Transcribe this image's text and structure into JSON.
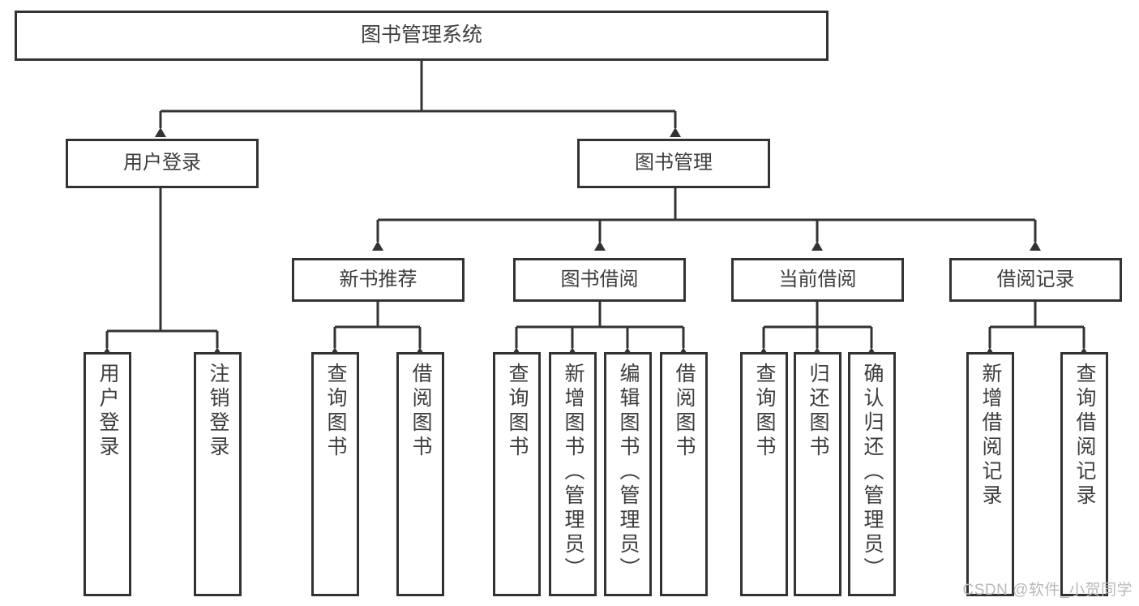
{
  "diagram": {
    "title": "图书管理系统",
    "type": "tree-hierarchy-diagram",
    "style": {
      "box_border_color": "#333333",
      "box_fill_color": "#ffffff",
      "connector_color": "#333333",
      "text_color": "#3d3d3d",
      "background_color": "#ffffff",
      "watermark_color": "#b9b9b9"
    },
    "nodes": {
      "root": {
        "label": "图书管理系统"
      },
      "level1": [
        {
          "id": "user-login",
          "label": "用户登录"
        },
        {
          "id": "book-management",
          "label": "图书管理"
        }
      ],
      "level2": [
        {
          "id": "new-book-recommend",
          "label": "新书推荐"
        },
        {
          "id": "book-borrow",
          "label": "图书借阅"
        },
        {
          "id": "current-borrow",
          "label": "当前借阅"
        },
        {
          "id": "borrow-record",
          "label": "借阅记录"
        }
      ],
      "leaves": {
        "user_login": [
          {
            "id": "leaf-user-login",
            "label": "用户登录"
          },
          {
            "id": "leaf-logout-login",
            "label": "注销登录"
          }
        ],
        "new_book_recommend": [
          {
            "id": "leaf-query-book-1",
            "label": "查询图书"
          },
          {
            "id": "leaf-borrow-book-1",
            "label": "借阅图书"
          }
        ],
        "book_borrow": [
          {
            "id": "leaf-query-book-2",
            "label": "查询图书"
          },
          {
            "id": "leaf-add-book-admin",
            "label": "新增图书（管理员）"
          },
          {
            "id": "leaf-edit-book-admin",
            "label": "编辑图书（管理员）"
          },
          {
            "id": "leaf-borrow-book-2",
            "label": "借阅图书"
          }
        ],
        "current_borrow": [
          {
            "id": "leaf-query-book-3",
            "label": "查询图书"
          },
          {
            "id": "leaf-return-book",
            "label": "归还图书"
          },
          {
            "id": "leaf-confirm-return-admin",
            "label": "确认归还（管理员）"
          }
        ],
        "borrow_record": [
          {
            "id": "leaf-add-borrow-record",
            "label": "新增借阅记录"
          },
          {
            "id": "leaf-query-borrow-record",
            "label": "查询借阅记录"
          }
        ]
      }
    },
    "watermark": "CSDN @软件_小贺同学"
  }
}
